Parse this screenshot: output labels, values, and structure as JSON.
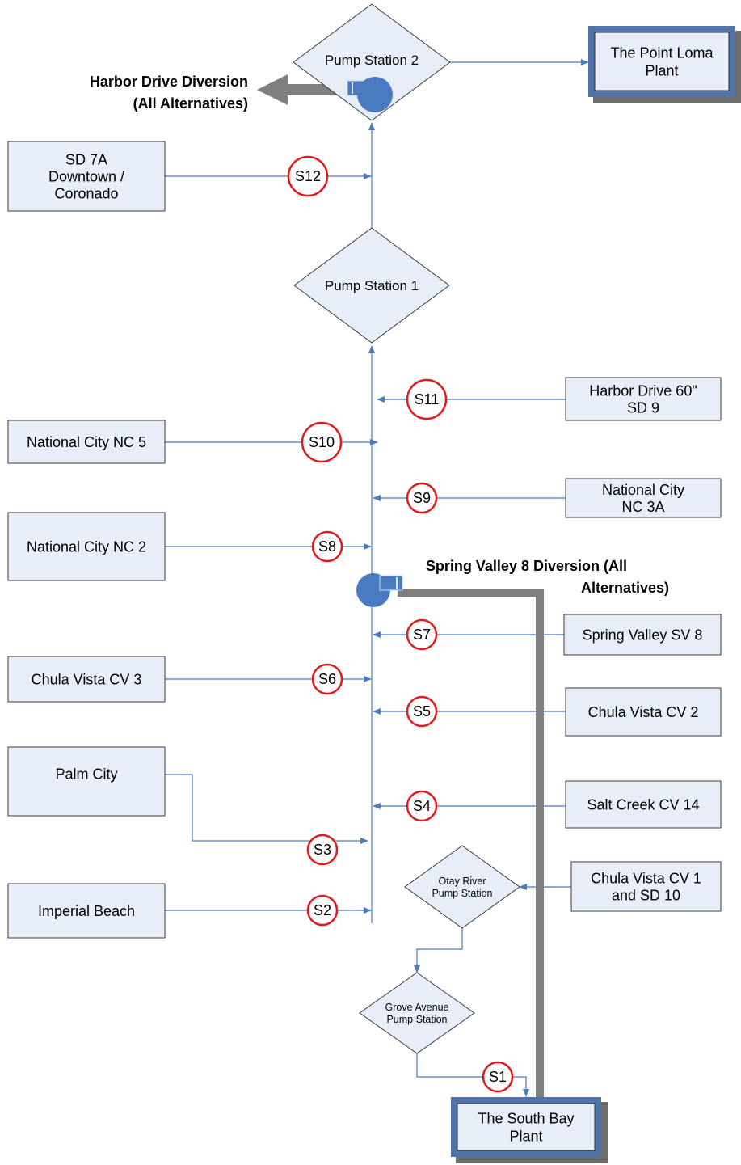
{
  "colors": {
    "box_fill": "#e8eef7",
    "box_stroke": "#3b3b3b",
    "plant_frame": "#4f75a8",
    "plant_shadow": "#6d6d6d",
    "flow_line": "#4a7bc1",
    "station_marker": "#e41a1a",
    "diversion_arrow": "#7f7f7f",
    "pump_icon": "#4a7bc1"
  },
  "plants": {
    "point_loma": [
      "The Point Loma",
      "Plant"
    ],
    "south_bay": [
      "The South Bay",
      "Plant"
    ]
  },
  "pump_stations": {
    "ps2": [
      "Pump Station 2"
    ],
    "ps1": [
      "Pump Station 1"
    ],
    "otay": [
      "Otay River",
      "Pump Station"
    ],
    "grove": [
      "Grove Avenue",
      "Pump Station"
    ]
  },
  "diversions": {
    "harbor": [
      "Harbor Drive Diversion",
      "(All Alternatives)"
    ],
    "spring_valley": [
      "Spring Valley 8 Diversion (All",
      "Alternatives)"
    ]
  },
  "sources": {
    "sd7a": [
      "SD 7A",
      "Downtown /",
      "Coronado"
    ],
    "harbor60": [
      "Harbor Drive 60\"",
      "SD 9"
    ],
    "nc5": [
      "National City NC 5"
    ],
    "nc3a": [
      "National City",
      "NC 3A"
    ],
    "nc2": [
      "National City NC 2"
    ],
    "sv8": [
      "Spring Valley SV 8"
    ],
    "cv3": [
      "Chula Vista CV 3"
    ],
    "cv2": [
      "Chula Vista CV 2"
    ],
    "palm": [
      "Palm City"
    ],
    "cv14": [
      "Salt Creek CV 14"
    ],
    "cv1": [
      "Chula Vista CV 1",
      "and SD 10"
    ],
    "ib": [
      "Imperial Beach"
    ]
  },
  "stations": {
    "s1": "S1",
    "s2": "S2",
    "s3": "S3",
    "s4": "S4",
    "s5": "S5",
    "s6": "S6",
    "s7": "S7",
    "s8": "S8",
    "s9": "S9",
    "s10": "S10",
    "s11": "S11",
    "s12": "S12"
  }
}
